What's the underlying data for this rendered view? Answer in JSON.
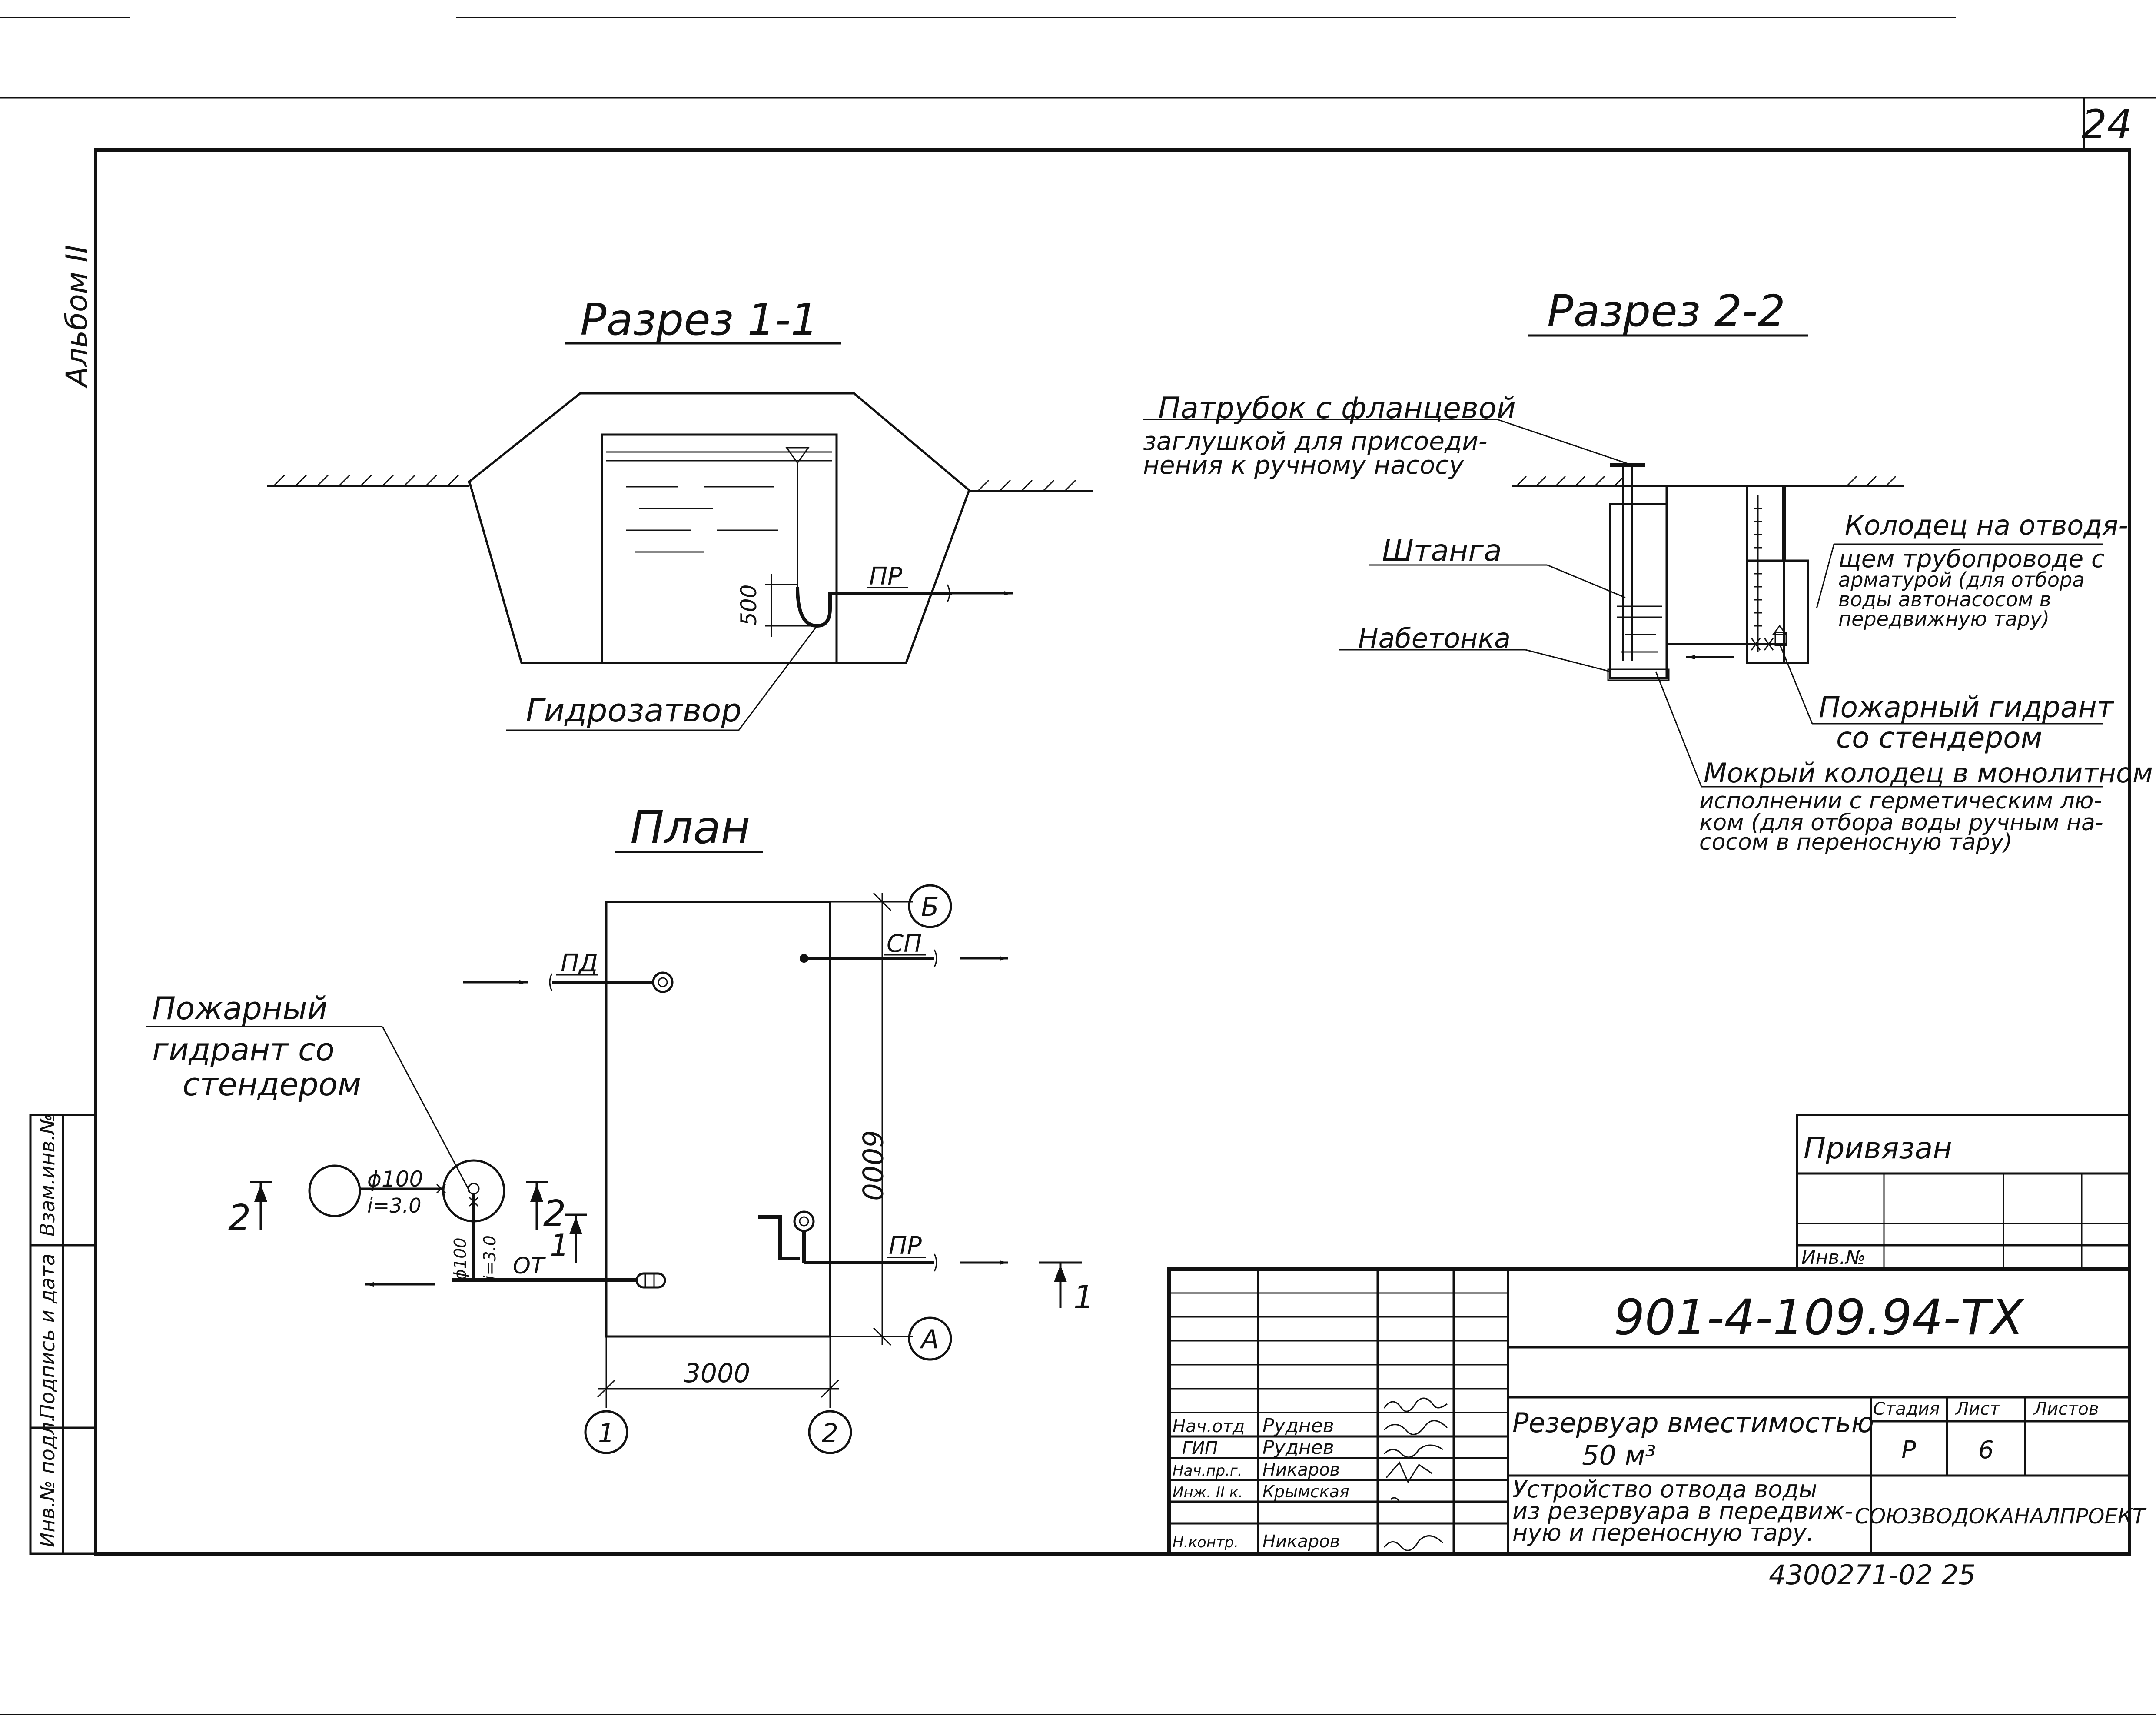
{
  "sheet": {
    "number": "24",
    "album": "Альбом II",
    "archive_code": "4300271-02  25"
  },
  "views": {
    "section11": {
      "title": "Разрез 1-1",
      "label_pr": "ПР",
      "dim_500": "500",
      "label_hydroseal": "Гидрозатвор"
    },
    "section22": {
      "title": "Разрез 2-2",
      "label_pipe": [
        "Патрубок с фланцевой",
        "заглушкой для присоеди-",
        "нения к ручному насосу"
      ],
      "label_rod": "Штанга",
      "label_concrete": "Набетонка",
      "label_well": [
        "Колодец на отводя-",
        "щем трубопроводе с",
        "арматурой (для отбора",
        "воды автонасосом в",
        "передвижную тару)"
      ],
      "label_hydrant": [
        "Пожарный гидрант",
        "со стендером"
      ],
      "label_wetwell": [
        "Мокрый колодец в монолитном",
        "исполнении с герметическим лю-",
        "ком (для отбора воды ручным на-",
        "сосом в переносную тару)"
      ]
    },
    "plan": {
      "title": "План",
      "label_pd": "ПД",
      "label_sp": "СП",
      "label_pr": "ПР",
      "label_ot": "ОТ",
      "label_hydrant": [
        "Пожарный",
        "гидрант со",
        "стендером"
      ],
      "pipe_dia": "ϕ100",
      "slope": "i=3.0",
      "pipe_dia_v": "ϕ100",
      "slope_v": "i=3.0",
      "dim_width": "3000",
      "dim_length": "6000",
      "axis_b": "Б",
      "axis_a": "А",
      "axis_1": "1",
      "axis_2": "2",
      "cut2_left": "2",
      "cut2_right": "2",
      "cut1_left": "1",
      "cut1_right": "1"
    }
  },
  "side_stamp": {
    "cells": [
      "Взам.инв.№",
      "Подпись и дата",
      "Инв.№ подл."
    ]
  },
  "privyazan": {
    "title": "Привязан",
    "inv_label": "Инв.№"
  },
  "title_block": {
    "designation": "901-4-109.94-ТХ",
    "object_name": [
      "Резервуар вместимостью",
      "50 м³"
    ],
    "sheet_name": [
      "Устройство отвода воды",
      "из резервуара в передвиж-",
      "ную и переносную тару."
    ],
    "organization": "СОЮЗВОДОКАНАЛПРОЕКТ",
    "stage_label": "Стадия",
    "sheet_label": "Лист",
    "sheets_label": "Листов",
    "stage_value": "Р",
    "sheet_value": "6",
    "signatures": [
      {
        "role": "Нач.отд",
        "name": "Руднев"
      },
      {
        "role": "ГИП",
        "name": "Руднев"
      },
      {
        "role": "Нач.пр.г.",
        "name": "Никаров"
      },
      {
        "role": "Инж. II к.",
        "name": "Крымская"
      },
      {
        "role": "",
        "name": ""
      },
      {
        "role": "Н.контр.",
        "name": "Никаров"
      }
    ]
  }
}
